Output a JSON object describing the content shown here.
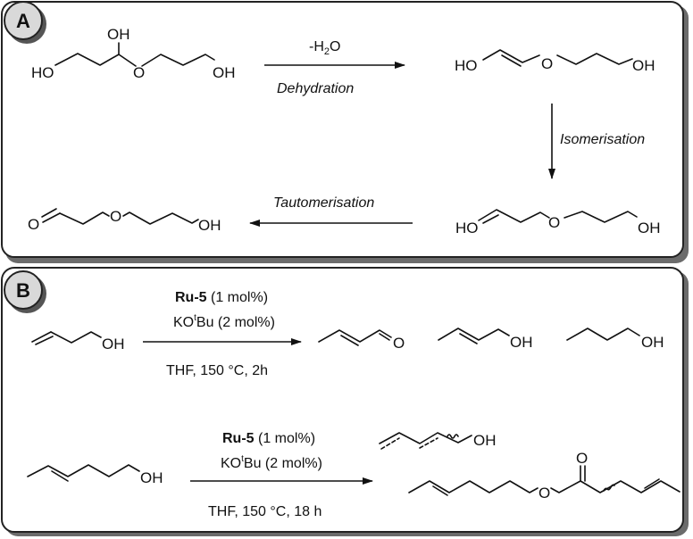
{
  "panelA": {
    "badge": "A",
    "labels": {
      "ho": "HO",
      "oh": "OH",
      "o": "O"
    },
    "conditions": {
      "minus_water": "-H",
      "water_sub": "2",
      "water_o": "O",
      "dehydration": "Dehydration",
      "isomerisation": "Isomerisation",
      "tautomerisation": "Tautomerisation"
    }
  },
  "panelB": {
    "badge": "B",
    "labels": {
      "oh": "OH",
      "o": "O"
    },
    "reaction1": {
      "catalyst": "Ru-5",
      "catalyst_load": " (1 mol%)",
      "base_pre": "KO",
      "base_sup": "t",
      "base_post": "Bu (2 mol%)",
      "conditions": "THF, 150 °C, 2h"
    },
    "reaction2": {
      "catalyst": "Ru-5",
      "catalyst_load": " (1 mol%)",
      "base_pre": "KO",
      "base_sup": "t",
      "base_post": "Bu (2 mol%)",
      "conditions": "THF, 150 °C, 18 h"
    }
  }
}
